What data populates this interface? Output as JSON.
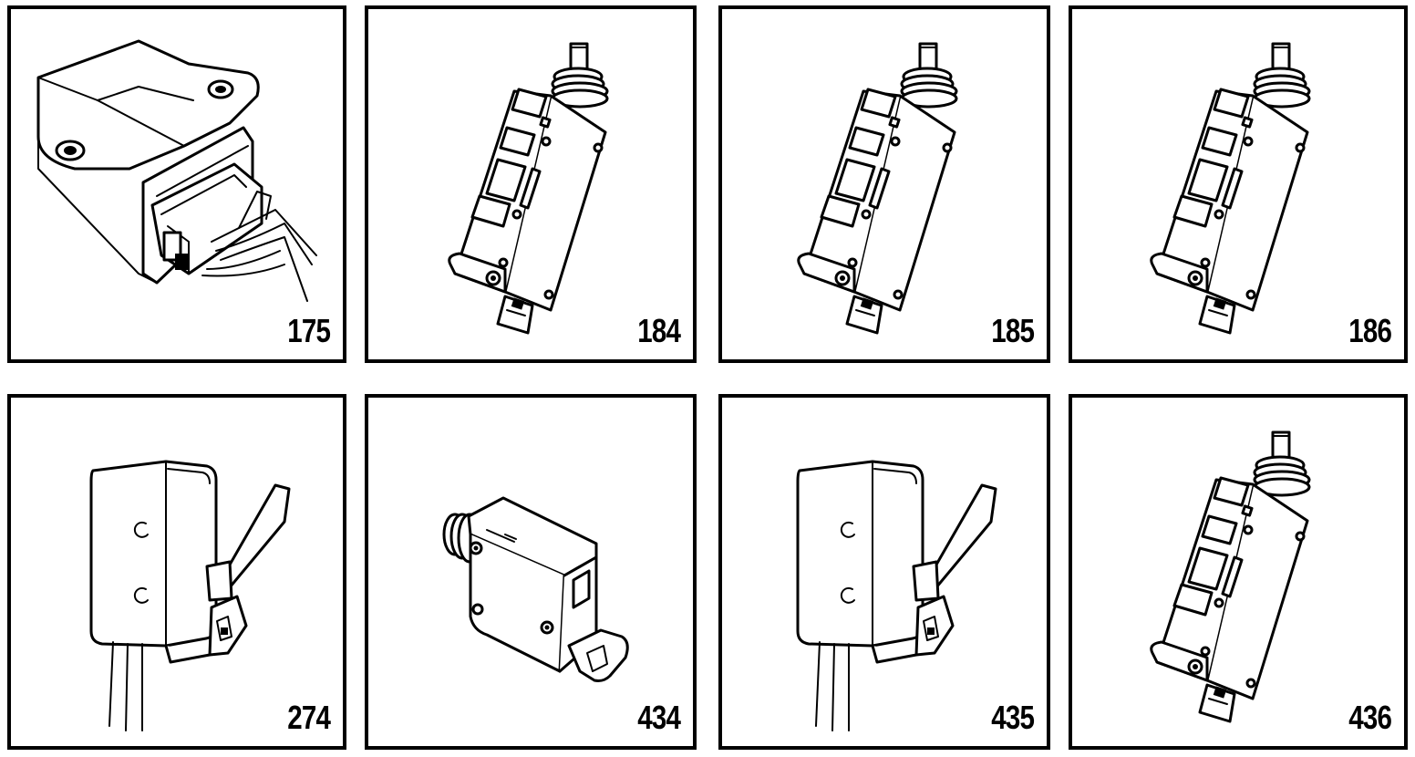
{
  "panels": [
    {
      "label": "175",
      "part": "ecu-connector-module"
    },
    {
      "label": "184",
      "part": "door-lock-actuator"
    },
    {
      "label": "185",
      "part": "door-lock-actuator"
    },
    {
      "label": "186",
      "part": "door-lock-actuator"
    },
    {
      "label": "274",
      "part": "microswitch-lever"
    },
    {
      "label": "434",
      "part": "fuel-flap-actuator"
    },
    {
      "label": "435",
      "part": "microswitch-lever"
    },
    {
      "label": "436",
      "part": "door-lock-actuator"
    }
  ]
}
